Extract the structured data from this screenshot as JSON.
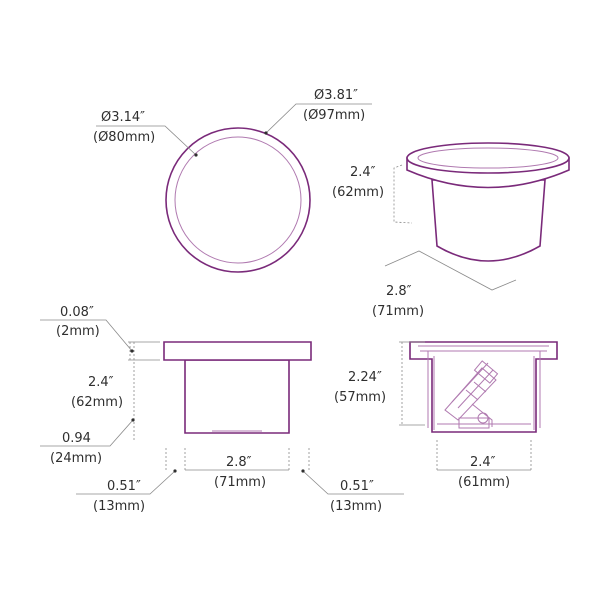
{
  "colors": {
    "outline": "#7a2a7a",
    "outline_light": "#b07ab0",
    "text": "#2f2f2f",
    "dimension_line": "#8a8a8a"
  },
  "top_view": {
    "inner_diameter_in": "Ø3.14″",
    "inner_diameter_mm": "(Ø80mm)",
    "outer_diameter_in": "Ø3.81″",
    "outer_diameter_mm": "(Ø97mm)"
  },
  "iso_view": {
    "height_in": "2.4″",
    "height_mm": "(62mm)",
    "width_in": "2.8″",
    "width_mm": "(71mm)"
  },
  "side_view": {
    "flange_thickness_in": "0.08″",
    "flange_thickness_mm": "(2mm)",
    "height_in": "2.4″",
    "height_mm": "(62mm)",
    "lower_in": "0.94",
    "lower_mm": "(24mm)",
    "body_width_in": "2.8″",
    "body_width_mm": "(71mm)",
    "left_lip_in": "0.51″",
    "left_lip_mm": "(13mm)",
    "right_lip_in": "0.51″",
    "right_lip_mm": "(13mm)"
  },
  "section_view": {
    "inner_depth_in": "2.24″",
    "inner_depth_mm": "(57mm)",
    "inner_width_in": "2.4″",
    "inner_width_mm": "(61mm)"
  }
}
